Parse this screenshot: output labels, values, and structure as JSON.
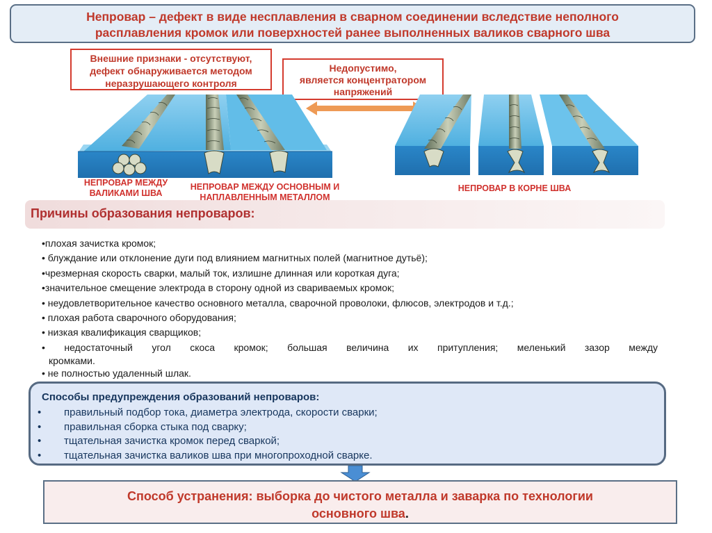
{
  "title": {
    "line1": "Непровар – дефект в виде несплавления в сварном соединении вследствие неполного",
    "line2": "расплавления кромок или поверхностей ранее выполненных валиков сварного шва"
  },
  "external_signs": {
    "line1": "Внешние признаки - отсутствуют,",
    "line2": "дефект обнаруживается методом",
    "line3": "неразрушающего контроля"
  },
  "unacceptable": {
    "line1": "Недопустимо,",
    "line2": "является концентратором",
    "line3": "напряжений"
  },
  "illustration_labels": {
    "between_beads_1": "НЕПРОВАР МЕЖДУ",
    "between_beads_2": "ВАЛИКАМИ ШВА",
    "base_metal_1": "НЕПРОВАР МЕЖДУ ОСНОВНЫМ И",
    "base_metal_2": "НАПЛАВЛЕННЫМ МЕТАЛЛОМ",
    "root": "НЕПРОВАР В КОРНЕ ШВА"
  },
  "causes": {
    "title": "Причины образования непроваров:",
    "items": [
      "•плохая зачистка кромок;",
      "• блуждание или отклонение дуги под влиянием магнитных полей (магнитное дутьё);",
      "•чрезмерная скорость сварки, малый ток, излишне длинная или короткая дуга;",
      "•значительное смещение электрода в сторону одной из свариваемых кромок;",
      "• неудовлетворительное качество основного металла, сварочной проволоки, флюсов, электродов и т.д.;",
      "• плохая работа сварочного оборудования;",
      "• низкая квалификация сварщиков;",
      "• недостаточный угол скоса кромок; большая величина их притупления; меленький зазор между",
      "кромками.",
      "• не полностью удаленный шлак."
    ]
  },
  "prevention": {
    "title": "Способы предупреждения образований непроваров:",
    "bullet": "•",
    "items": [
      "правильный подбор тока, диаметра электрода, скорости сварки;",
      "правильная сборка стыка под сварку;",
      "тщательная зачистка кромок перед сваркой;",
      "тщательная зачистка валиков шва при многопроходной сварке."
    ]
  },
  "fix": {
    "line1": "Способ устранения: выборка до чистого металла и заварка по технологии",
    "line2": "основного шва",
    "line2_tail": "."
  },
  "colors": {
    "accent_red": "#c0392b",
    "plate_blue": "#2f8fd0",
    "box_border": "#566a82",
    "prevention_bg": "#dfe8f7",
    "arrow_orange": "#ee9a55"
  }
}
